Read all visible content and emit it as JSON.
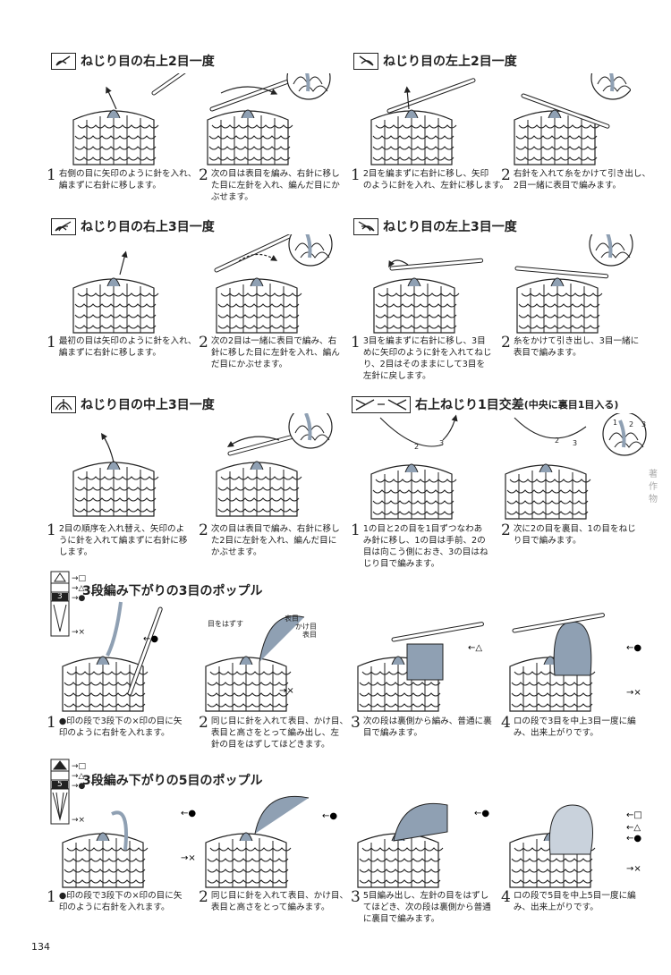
{
  "sections": {
    "s1": {
      "title": "ねじり目の右上2目一度",
      "step1": {
        "num": "1",
        "text": "右側の目に矢印のように針を入れ、\n編まずに右針に移します。"
      },
      "step2": {
        "num": "2",
        "text": "次の目は表目を編み、右針に移し\nた目に左針を入れ、編んだ目にか\nぶせます。"
      }
    },
    "s2": {
      "title": "ねじり目の左上2目一度",
      "step1": {
        "num": "1",
        "text": "2目を編まずに右針に移し、矢印\nのように針を入れ、左針に移します。"
      },
      "step2": {
        "num": "2",
        "text": "右針を入れて糸をかけて引き出し、\n2目一緒に表目で編みます。"
      }
    },
    "s3": {
      "title": "ねじり目の右上3目一度",
      "step1": {
        "num": "1",
        "text": "最初の目は矢印のように針を入れ、\n編まずに右針に移します。"
      },
      "step2": {
        "num": "2",
        "text": "次の2目は一緒に表目で編み、右\n針に移した目に左針を入れ、編ん\nだ目にかぶせます。"
      }
    },
    "s4": {
      "title": "ねじり目の左上3目一度",
      "step1": {
        "num": "1",
        "text": "3目を編まずに右針に移し、3目\nめに矢印のように針を入れてねじ\nり、2目はそのままにして3目を\n左針に戻します。"
      },
      "step2": {
        "num": "2",
        "text": "糸をかけて引き出し、3目一緒に\n表目で編みます。"
      }
    },
    "s5": {
      "title": "ねじり目の中上3目一度",
      "step1": {
        "num": "1",
        "text": "2目の順序を入れ替え、矢印のよ\nうに針を入れて編まずに右針に移\nします。"
      },
      "step2": {
        "num": "2",
        "text": "次の目は表目で編み、右針に移し\nた2目に左針を入れ、編んだ目に\nかぶせます。"
      }
    },
    "s6": {
      "title": "右上ねじり1目交差",
      "subtitle": "(中央に裏目1目入る)",
      "step1": {
        "num": "1",
        "text": "1の目と2の目を1目ずつなわあ\nみ針に移し、1の目は手前、2の\n目は向こう側におき、3の目はね\nじり目で編みます。"
      },
      "step2": {
        "num": "2",
        "text": "次に2の目を裏目、1の目をねじ\nり目で編みます。"
      },
      "labels": {
        "one": "1",
        "two": "2",
        "three": "3"
      }
    },
    "s7": {
      "title": "3段編み下がりの3目のポップル",
      "chart_num": "3",
      "marks": {
        "square": "□",
        "triangle": "△",
        "dot": "●",
        "cross": "×"
      },
      "anno": {
        "skip": "目をはずす",
        "knit": "表目",
        "yo": "かけ目",
        "knit2": "表目"
      },
      "steps": [
        {
          "num": "1",
          "text": "●印の段で3段下の×印の目に矢\n印のように右針を入れます。"
        },
        {
          "num": "2",
          "text": "同じ目に針を入れて表目、かけ目、\n表目と高さをとって編み出し、左\n針の目をはずしてほどきます。"
        },
        {
          "num": "3",
          "text": "次の段は裏側から編み、普通に裏\n目で編みます。"
        },
        {
          "num": "4",
          "text": "ロの段で3目を中上3目一度に編\nみ、出来上がりです。"
        }
      ]
    },
    "s8": {
      "title": "3段編み下がりの5目のポップル",
      "chart_num": "5",
      "steps": [
        {
          "num": "1",
          "text": "●印の段で3段下の×印の目に矢\n印のように右針を入れます。"
        },
        {
          "num": "2",
          "text": "同じ目に針を入れて表目、かけ目、\n表目と高さをとって編みます。"
        },
        {
          "num": "3",
          "text": "5目編み出し、左針の目をはずし\nてほどき、次の段は裏側から普通\nに裏目で編みます。"
        },
        {
          "num": "4",
          "text": "ロの段で5目を中上5目一度に編\nみ、出来上がりです。"
        }
      ]
    }
  },
  "side_stamp": "著作物",
  "page_number": "134"
}
